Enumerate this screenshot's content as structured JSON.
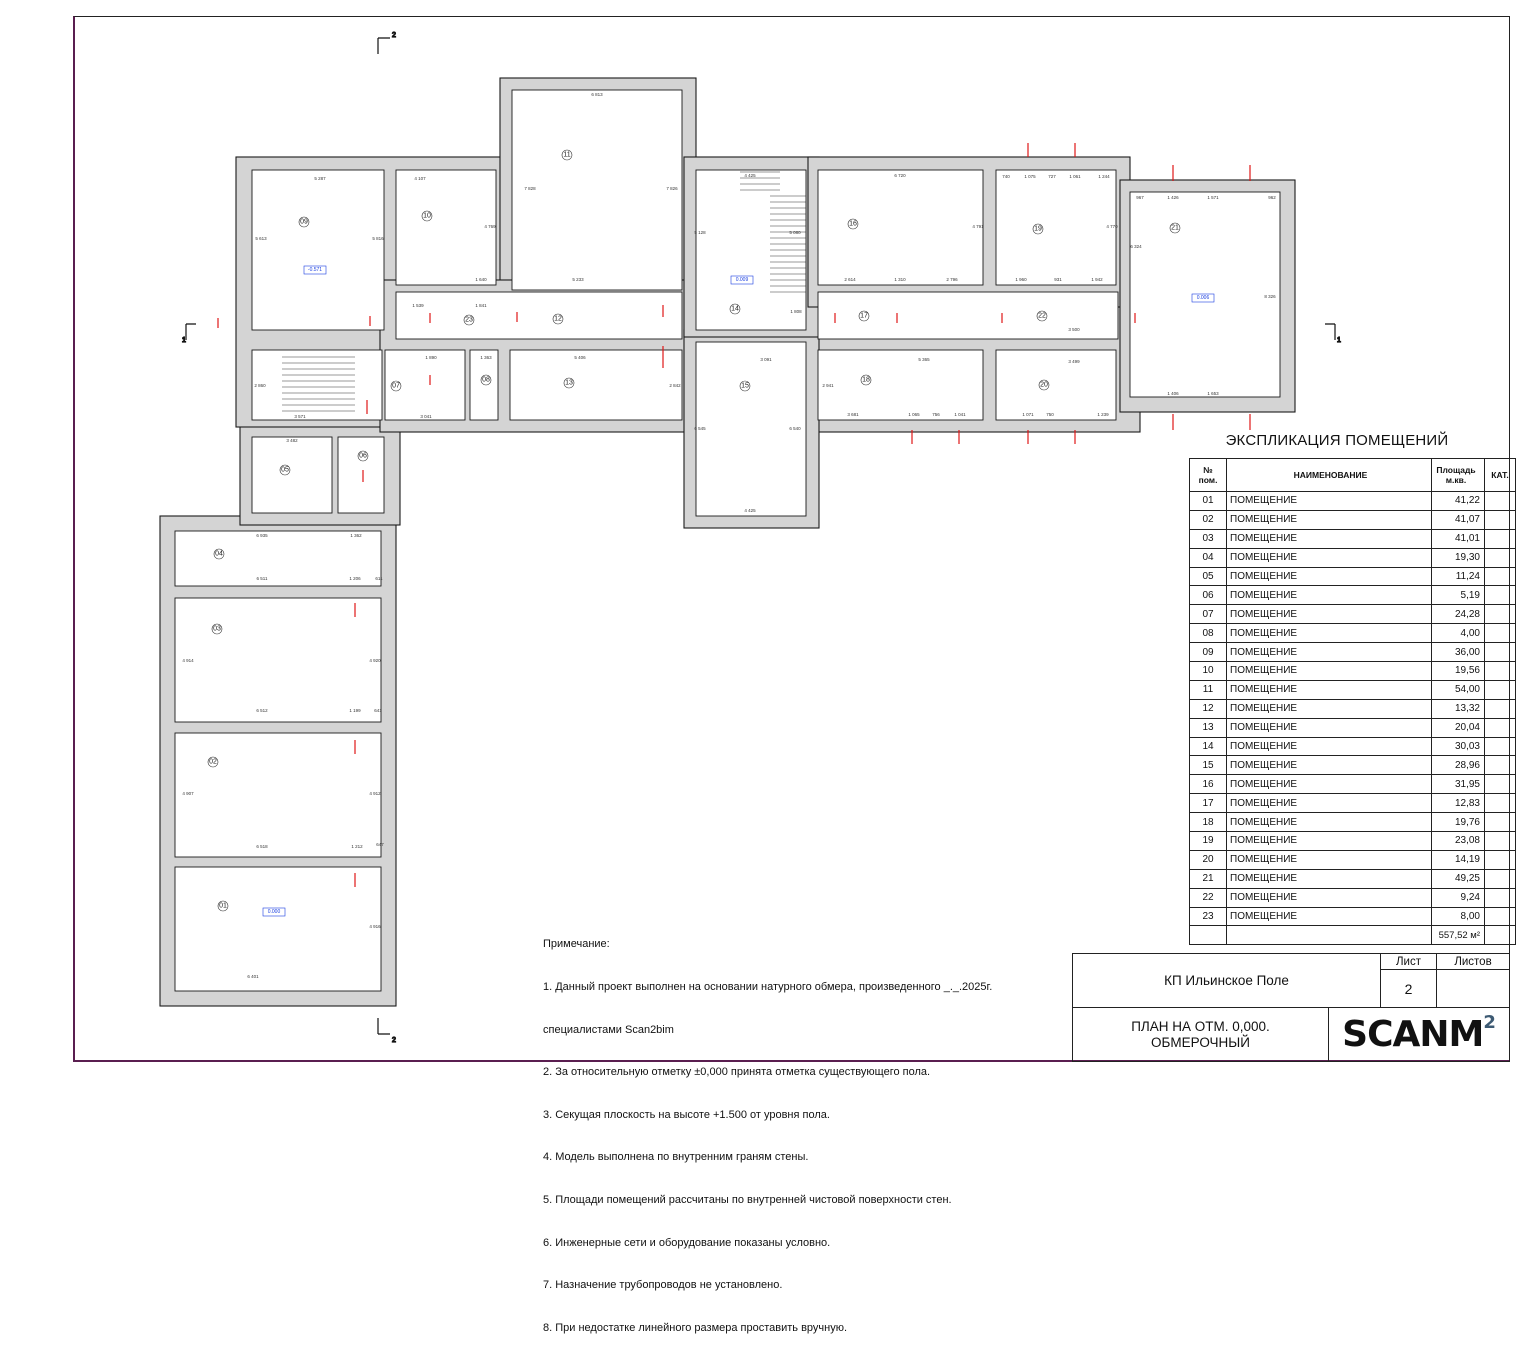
{
  "plan": {
    "rooms": [
      {
        "num": "01",
        "level": "0.000"
      },
      {
        "num": "02"
      },
      {
        "num": "03"
      },
      {
        "num": "04"
      },
      {
        "num": "05"
      },
      {
        "num": "06"
      },
      {
        "num": "07"
      },
      {
        "num": "08"
      },
      {
        "num": "09",
        "level": "-0.571"
      },
      {
        "num": "10"
      },
      {
        "num": "11"
      },
      {
        "num": "12"
      },
      {
        "num": "13"
      },
      {
        "num": "14",
        "level": "0.009"
      },
      {
        "num": "15"
      },
      {
        "num": "16"
      },
      {
        "num": "17"
      },
      {
        "num": "18"
      },
      {
        "num": "19"
      },
      {
        "num": "20"
      },
      {
        "num": "21",
        "level": "0.006"
      },
      {
        "num": "22"
      },
      {
        "num": "23"
      }
    ],
    "section_marks": {
      "s1": "1",
      "s2": "2"
    },
    "dimensions": [
      "6 813",
      "5 287",
      "4 107",
      "4 425",
      "6 720",
      "3 571",
      "6 935",
      "6 511",
      "6 512",
      "6 518",
      "6 401",
      "5 233",
      "5 406",
      "3 091",
      "5 365",
      "3 500",
      "3 499",
      "1 426",
      "1 571",
      "1 406",
      "1 653",
      "4 425",
      "3 482",
      "3 041",
      "1 890",
      "1 363",
      "1 640",
      "1 539",
      "1 841",
      "1 808",
      "2 614",
      "1 310",
      "2 796",
      "1 960",
      "931",
      "1 942",
      "7 828",
      "7 826",
      "5 613",
      "5 816",
      "4 769",
      "4 791",
      "4 770",
      "5 128",
      "5 080",
      "4 914",
      "4 920",
      "4 907",
      "4 912",
      "4 916",
      "6 324",
      "8 326",
      "2 860",
      "2 842",
      "2 941",
      "6 545",
      "6 540",
      "3 681",
      "1 065",
      "756",
      "1 041",
      "1 071",
      "750",
      "1 239",
      "740",
      "1 075",
      "727",
      "1 061",
      "1 244",
      "967",
      "962",
      "1 206",
      "1 199",
      "1 212",
      "1 362",
      "641",
      "647",
      "611"
    ]
  },
  "explication": {
    "title": "ЭКСПЛИКАЦИЯ ПОМЕЩЕНИЙ",
    "headers": {
      "num": "№\nпом.",
      "name": "НАИМЕНОВАНИЕ",
      "area": "Площадь\nм.кв.",
      "cat": "КАТ."
    },
    "rows": [
      {
        "num": "01",
        "name": "ПОМЕЩЕНИЕ",
        "area": "41,22"
      },
      {
        "num": "02",
        "name": "ПОМЕЩЕНИЕ",
        "area": "41,07"
      },
      {
        "num": "03",
        "name": "ПОМЕЩЕНИЕ",
        "area": "41,01"
      },
      {
        "num": "04",
        "name": "ПОМЕЩЕНИЕ",
        "area": "19,30"
      },
      {
        "num": "05",
        "name": "ПОМЕЩЕНИЕ",
        "area": "11,24"
      },
      {
        "num": "06",
        "name": "ПОМЕЩЕНИЕ",
        "area": "5,19"
      },
      {
        "num": "07",
        "name": "ПОМЕЩЕНИЕ",
        "area": "24,28"
      },
      {
        "num": "08",
        "name": "ПОМЕЩЕНИЕ",
        "area": "4,00"
      },
      {
        "num": "09",
        "name": "ПОМЕЩЕНИЕ",
        "area": "36,00"
      },
      {
        "num": "10",
        "name": "ПОМЕЩЕНИЕ",
        "area": "19,56"
      },
      {
        "num": "11",
        "name": "ПОМЕЩЕНИЕ",
        "area": "54,00"
      },
      {
        "num": "12",
        "name": "ПОМЕЩЕНИЕ",
        "area": "13,32"
      },
      {
        "num": "13",
        "name": "ПОМЕЩЕНИЕ",
        "area": "20,04"
      },
      {
        "num": "14",
        "name": "ПОМЕЩЕНИЕ",
        "area": "30,03"
      },
      {
        "num": "15",
        "name": "ПОМЕЩЕНИЕ",
        "area": "28,96"
      },
      {
        "num": "16",
        "name": "ПОМЕЩЕНИЕ",
        "area": "31,95"
      },
      {
        "num": "17",
        "name": "ПОМЕЩЕНИЕ",
        "area": "12,83"
      },
      {
        "num": "18",
        "name": "ПОМЕЩЕНИЕ",
        "area": "19,76"
      },
      {
        "num": "19",
        "name": "ПОМЕЩЕНИЕ",
        "area": "23,08"
      },
      {
        "num": "20",
        "name": "ПОМЕЩЕНИЕ",
        "area": "14,19"
      },
      {
        "num": "21",
        "name": "ПОМЕЩЕНИЕ",
        "area": "49,25"
      },
      {
        "num": "22",
        "name": "ПОМЕЩЕНИЕ",
        "area": "9,24"
      },
      {
        "num": "23",
        "name": "ПОМЕЩЕНИЕ",
        "area": "8,00"
      }
    ],
    "total": "557,52 м²"
  },
  "notes": {
    "heading": "Примечание:",
    "lines": [
      "1. Данный проект выполнен на основании натурного обмера, произведенного _._.2025г.",
      "специалистами Scan2bim",
      "2. За относительную отметку ±0,000 принята отметка существующего пола.",
      "3. Секущая плоскость на высоте +1.500 от уровня пола.",
      "4. Модель выполнена по внутренним граням стены.",
      "5. Площади помещений рассчитаны по внутренней чистовой поверхности стен.",
      "6. Инженерные сети и оборудование показаны условно.",
      "7. Назначение трубопроводов не установлено.",
      "8. При недостатке линейного размера проставить вручную."
    ]
  },
  "stamp": {
    "project": "КП Ильинское Поле",
    "sheet_label": "Лист",
    "sheets_label": "Листов",
    "sheet_value": "2",
    "sheets_value": "",
    "drawing_title_1": "ПЛАН НА ОТМ. 0,000.",
    "drawing_title_2": "ОБМЕРОЧНЫЙ",
    "logo_text": "SCANM",
    "logo_sup": "2",
    "logo_color": "#3d5a73"
  },
  "colors": {
    "wall_fill": "#d4d4d4",
    "wall_stroke": "#1a1a1a",
    "marker": "#e01818",
    "level_tag": "#1a3ee0"
  }
}
